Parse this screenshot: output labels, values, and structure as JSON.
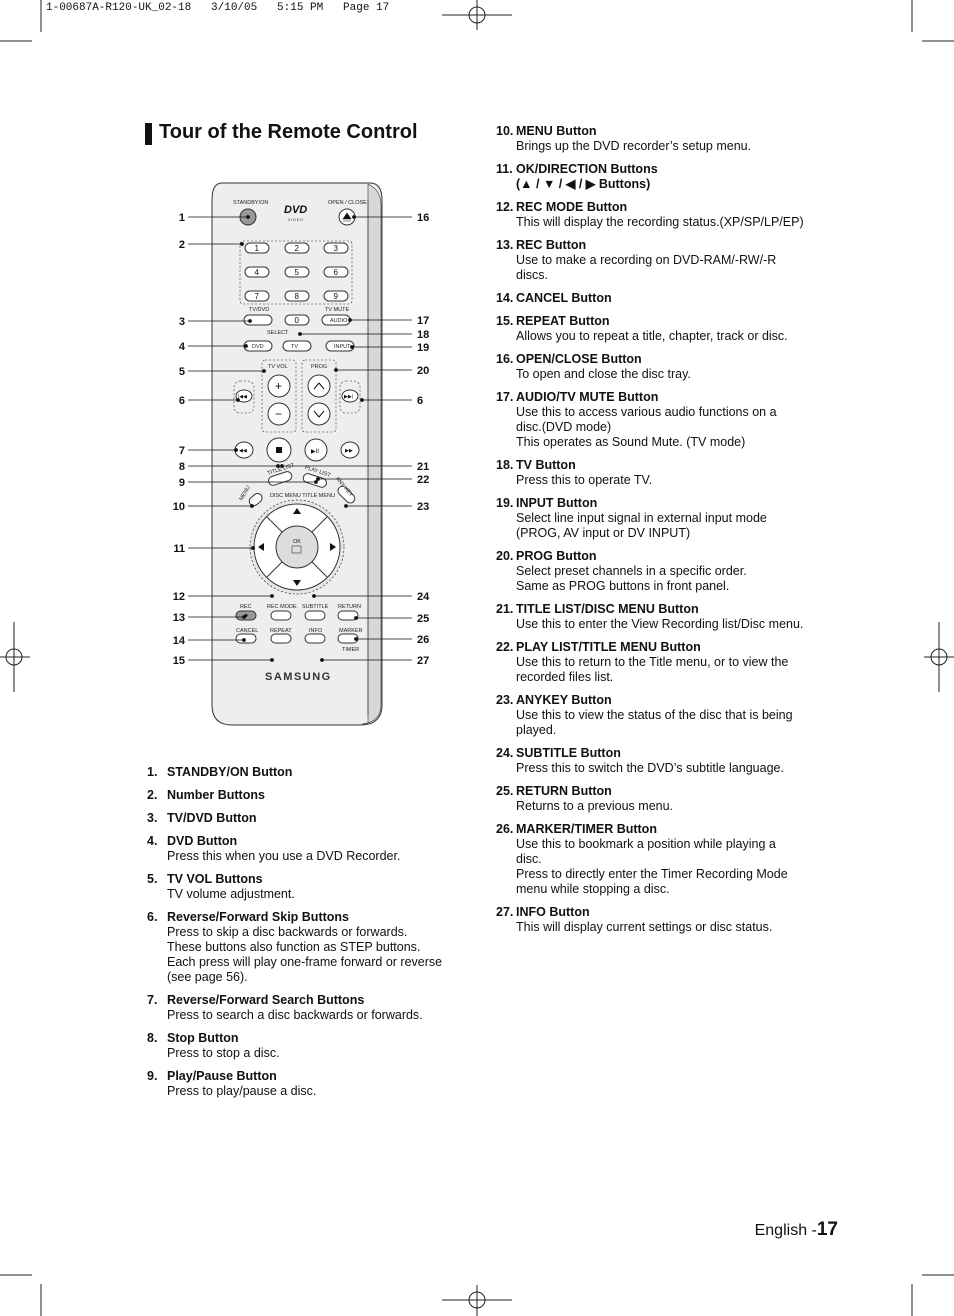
{
  "slug": "1-00687A-R120-UK_02-18   3/10/05   5:15 PM   Page 17",
  "title": "Tour of the Remote Control",
  "remote": {
    "standby": "STANDBY/ON",
    "open_close": "OPEN / CLOSE",
    "logo": "DVD",
    "logo_sub": "V I D E O",
    "keys": [
      "1",
      "2",
      "3",
      "4",
      "5",
      "6",
      "7",
      "8",
      "9",
      "0"
    ],
    "tvdvd": "TV/DVD",
    "tvmute": "TV MUTE",
    "audio": "AUDIO",
    "select": "SELECT",
    "dvd": "DVD",
    "tv": "TV",
    "input": "INPUT",
    "tvvol": "TV VOL",
    "prog": "PROG",
    "title_list": "TITLE LIST",
    "play_list": "PLAY LIST",
    "menu": "MENU",
    "anykey": "ANY KEY",
    "disc_menu": "DISC MENU TITLE MENU",
    "ok": "OK",
    "rec": "REC",
    "rec_mode": "REC MODE",
    "subtitle": "SUBTITLE",
    "return": "RETURN",
    "cancel": "CANCEL",
    "repeat": "REPEAT",
    "info": "INFO",
    "marker": "MARKER",
    "timer": "TIMER",
    "brand": "SAMSUNG",
    "callouts_left": [
      "1",
      "2",
      "3",
      "4",
      "5",
      "6",
      "7",
      "8",
      "9",
      "10",
      "11",
      "12",
      "13",
      "14",
      "15"
    ],
    "callouts_right": [
      "16",
      "17",
      "18",
      "19",
      "20",
      "6",
      "21",
      "22",
      "23",
      "24",
      "25",
      "26",
      "27"
    ]
  },
  "left_items": [
    {
      "num": "1.",
      "head": "STANDBY/ON Button",
      "desc": ""
    },
    {
      "num": "2.",
      "head": "Number Buttons",
      "desc": ""
    },
    {
      "num": "3.",
      "head": "TV/DVD Button",
      "desc": ""
    },
    {
      "num": "4.",
      "head": "DVD Button",
      "desc": "Press this when you use a DVD Recorder."
    },
    {
      "num": "5.",
      "head": "TV VOL Buttons",
      "desc": "TV volume adjustment."
    },
    {
      "num": "6.",
      "head": "Reverse/Forward Skip Buttons",
      "desc": "Press to skip a disc backwards or forwards.\nThese buttons also function as STEP buttons.\nEach press will play one-frame forward or reverse\n(see page 56)."
    },
    {
      "num": "7.",
      "head": "Reverse/Forward Search Buttons",
      "desc": "Press to search a disc backwards or forwards."
    },
    {
      "num": "8.",
      "head": "Stop Button",
      "desc": "Press to stop a disc."
    },
    {
      "num": "9.",
      "head": "Play/Pause Button",
      "desc": "Press to play/pause a disc."
    }
  ],
  "right_items": [
    {
      "num": "10.",
      "head": "MENU Button",
      "desc": "Brings up the DVD recorder’s setup menu."
    },
    {
      "num": "11.",
      "head": "OK/DIRECTION Buttons\n(▲ / ▼ / ◀ / ▶ Buttons)",
      "desc": ""
    },
    {
      "num": "12.",
      "head": "REC MODE Button",
      "desc": "This will display the recording status.(XP/SP/LP/EP)"
    },
    {
      "num": "13.",
      "head": "REC Button",
      "desc": "Use to make a recording on DVD-RAM/-RW/-R\ndiscs."
    },
    {
      "num": "14.",
      "head": "CANCEL Button",
      "desc": ""
    },
    {
      "num": "15.",
      "head": "REPEAT Button",
      "desc": "Allows you to repeat a title, chapter, track or disc."
    },
    {
      "num": "16.",
      "head": "OPEN/CLOSE Button",
      "desc": "To open and close the disc tray."
    },
    {
      "num": "17.",
      "head": "AUDIO/TV MUTE Button",
      "desc": "Use this to access various audio functions on a\ndisc.(DVD mode)\nThis operates as Sound Mute. (TV mode)"
    },
    {
      "num": "18.",
      "head": "TV Button",
      "desc": "Press this to operate TV."
    },
    {
      "num": "19.",
      "head": "INPUT Button",
      "desc": "Select line input signal in external input mode\n(PROG, AV input or DV INPUT)"
    },
    {
      "num": "20.",
      "head": "PROG Button",
      "desc": "Select preset channels in a specific order.\nSame as PROG buttons in front panel."
    },
    {
      "num": "21.",
      "head": "TITLE LIST/DISC MENU Button",
      "desc": "Use this to enter the View Recording list/Disc menu."
    },
    {
      "num": "22.",
      "head": "PLAY LIST/TITLE MENU Button",
      "desc": "Use this to return to the Title menu, or to view the\nrecorded files list."
    },
    {
      "num": "23.",
      "head": "ANYKEY Button",
      "desc": "Use this to view the status of the disc that is being\nplayed."
    },
    {
      "num": "24.",
      "head": "SUBTITLE Button",
      "desc": "Press this to switch the DVD’s subtitle language."
    },
    {
      "num": "25.",
      "head": "RETURN Button",
      "desc": "Returns to a previous menu."
    },
    {
      "num": "26.",
      "head": "MARKER/TIMER Button",
      "desc": "Use this to bookmark a position while playing a\ndisc.\nPress to directly enter the Timer Recording Mode\nmenu while stopping a disc."
    },
    {
      "num": "27.",
      "head": "INFO Button",
      "desc": "This will display current settings or disc status."
    }
  ],
  "footer": {
    "lang": "English -",
    "page": "17"
  }
}
